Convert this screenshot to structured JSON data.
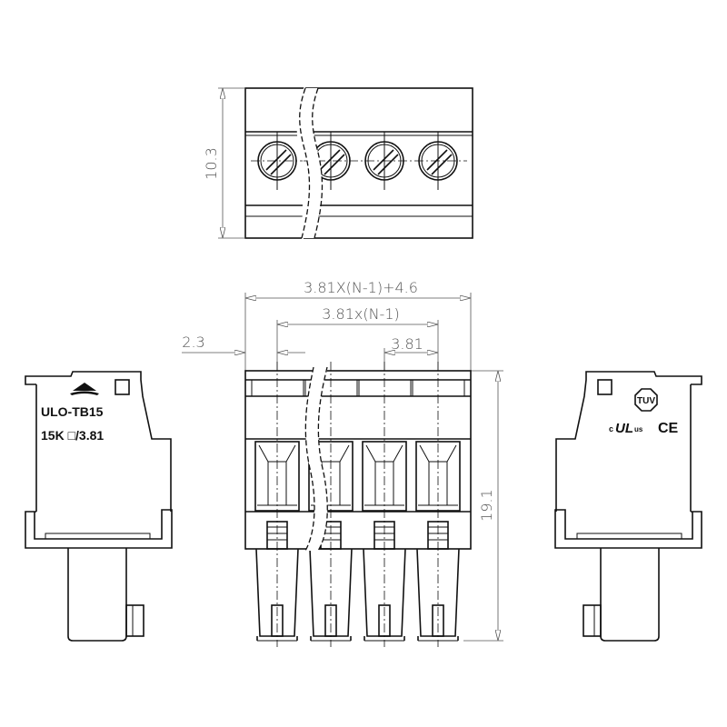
{
  "top_view": {
    "height_dim": "10.3",
    "positions": 4
  },
  "front_view": {
    "dims": {
      "overall_width": "3.81X(N-1)+4.6",
      "pitch_span": "3.81x(N-1)",
      "pitch": "3.81",
      "edge_offset": "2.3",
      "height": "19.1"
    }
  },
  "left_side_view": {
    "marking_line1": "ULO-TB15",
    "marking_line2": "15K □/3.81"
  },
  "right_side_view": {
    "cert_tuv": "TUV",
    "cert_ul_c": "c",
    "cert_ul": "UL",
    "cert_ul_us": "us",
    "cert_ce": "CE"
  }
}
